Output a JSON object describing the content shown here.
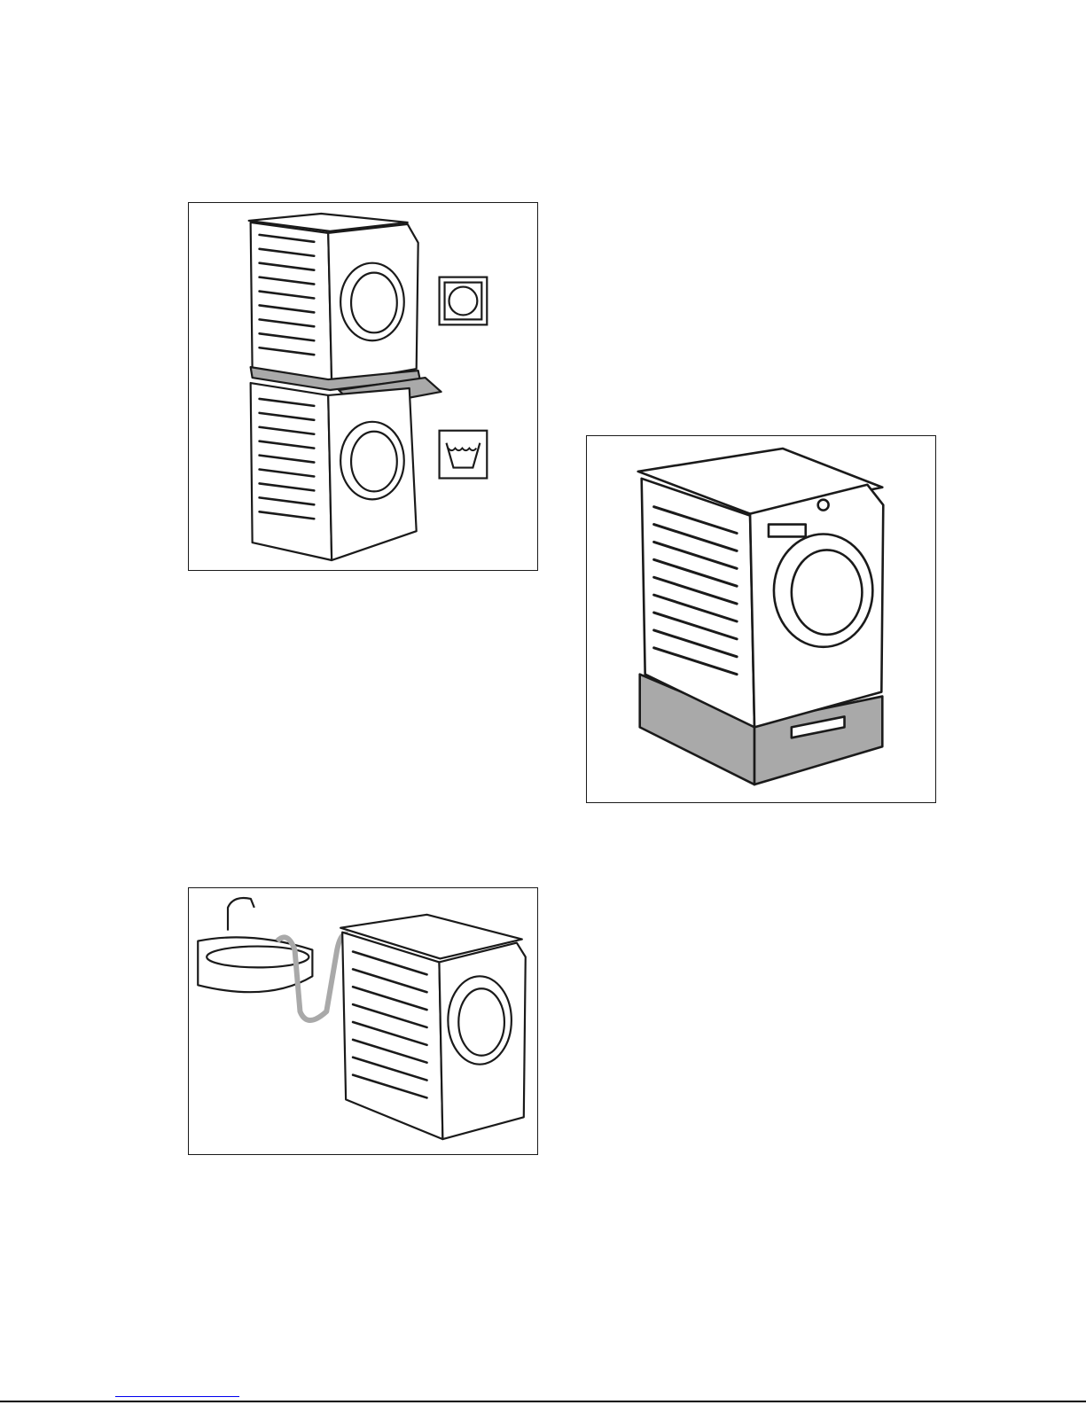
{
  "figures": [
    {
      "id": "stack",
      "symbols": [
        "tumble-dry-symbol",
        "washing-symbol"
      ]
    },
    {
      "id": "plinth"
    },
    {
      "id": "drain"
    }
  ],
  "colors": {
    "line": "#1a1a1a",
    "shade": "#a9a9a9",
    "paper": "#ffffff"
  }
}
